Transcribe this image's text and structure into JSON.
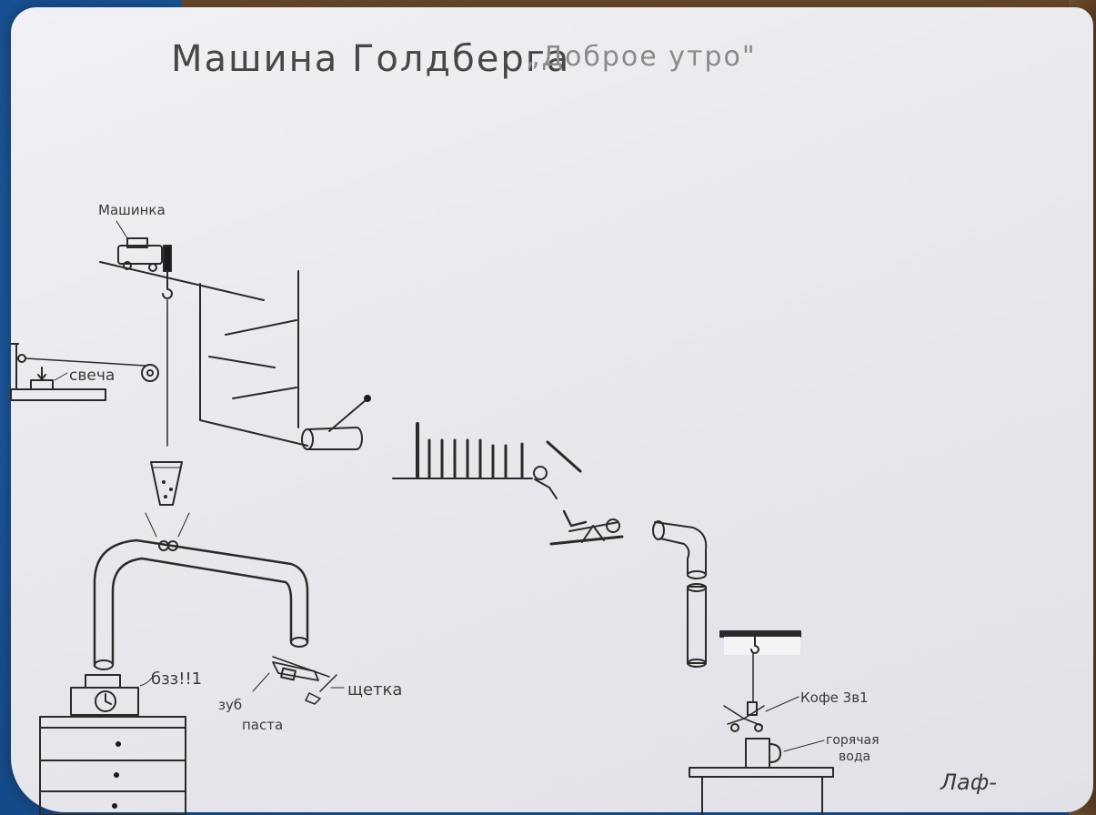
{
  "title": {
    "main": "Машина Голдберга",
    "quote": "„Доброе утро\""
  },
  "labels": {
    "car": "Машинка",
    "candle": "свеча",
    "alarm_sound": "бзз!!1",
    "toothpaste_line1": "зуб",
    "toothpaste_line2": "паста",
    "brush": "щетка",
    "coffee": "Кофе 3в1",
    "hot_water_line1": "горячая",
    "hot_water_line2": "вода",
    "signature": "Лаф-"
  },
  "colors": {
    "frame": "#1e5fa3",
    "paper": "#ececf0",
    "ink": "#2a2a2a",
    "wood": "#7a5636"
  }
}
